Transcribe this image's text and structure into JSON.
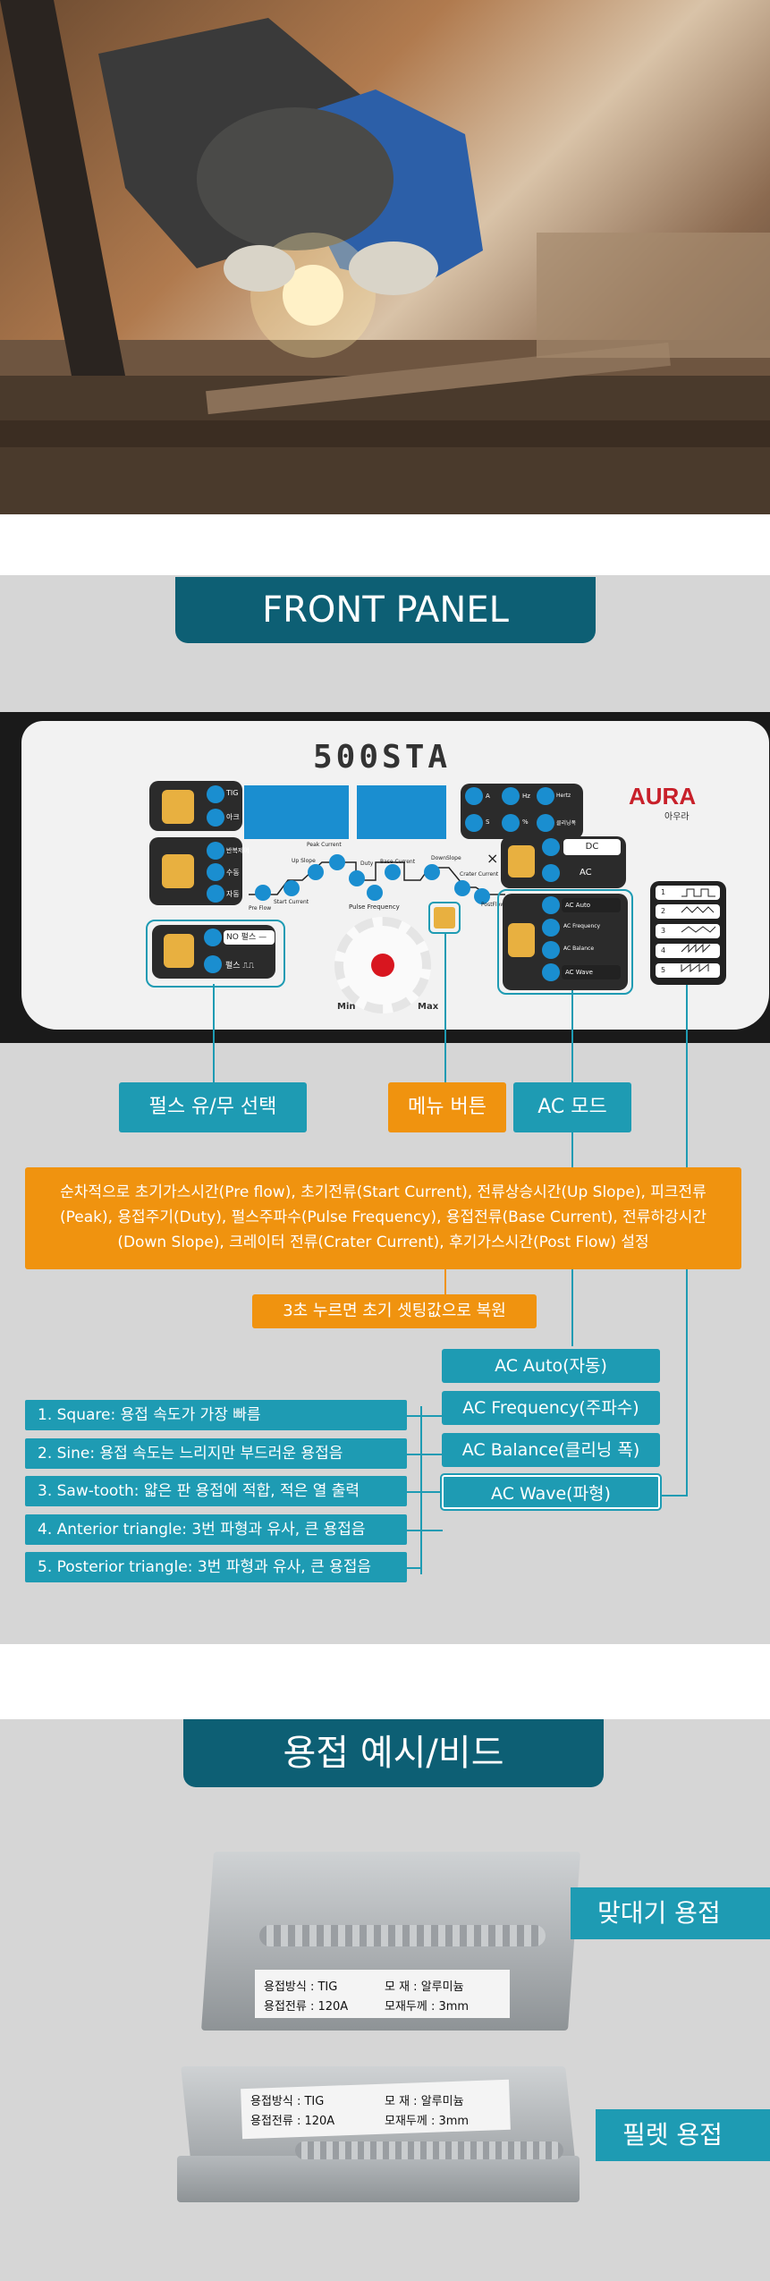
{
  "hero": {
    "alt_icon": "welder-photo"
  },
  "front_panel": {
    "title": "FRONT PANEL",
    "brand_model": "500STA",
    "brand_logo": "AURA",
    "brand_logo_sub": "아우라",
    "mode_labels": [
      "TIG",
      "아크"
    ],
    "seq_labels": [
      "반복제어",
      "수동",
      "자동"
    ],
    "pulse_panel": {
      "no_pulse": "NO 펄스 —",
      "pulse": "펄스 ⎍⎍"
    },
    "display_labels": [
      "A",
      "Hz",
      "Hertz",
      "S",
      "%",
      "클리닝폭"
    ],
    "timeline_labels": [
      "Pre Flow",
      "Start Current",
      "Up Slope",
      "Peak Current",
      "Duty",
      "Base Current",
      "Pulse Frequency",
      "DownSlope",
      "Crater Current",
      "PostFlow"
    ],
    "knob_min": "Min",
    "knob_max": "Max",
    "dc_ac": {
      "dc": "DC",
      "ac": "AC"
    },
    "ac_buttons": [
      "AC Auto",
      "AC Frequency",
      "AC Balance",
      "AC Wave"
    ],
    "wave_numbers": [
      "1",
      "2",
      "3",
      "4",
      "5"
    ],
    "callouts": {
      "pulse_select": "펄스 유/무 선택",
      "menu_button": "메뉴 버튼",
      "ac_mode": "AC 모드",
      "menu_desc": "순차적으로 초기가스시간(Pre flow), 초기전류(Start Current), 전류상승시간(Up Slope), 피크전류(Peak), 용접주기(Duty), 펄스주파수(Pulse Frequency), 용접전류(Base Current), 전류하강시간(Down Slope), 크레이터 전류(Crater Current), 후기가스시간(Post Flow) 설정",
      "reset_desc": "3초 누르면 초기 셋팅값으로 복원"
    },
    "ac_list": [
      "AC Auto(자동)",
      "AC Frequency(주파수)",
      "AC Balance(클리닝 폭)",
      "AC Wave(파형)"
    ],
    "wave_list": [
      "1. Square: 용접 속도가 가장 빠름",
      "2. Sine: 용접 속도는 느리지만 부드러운 용접음",
      "3. Saw-tooth: 얇은 판 용접에 적합, 적은 열 출력",
      "4. Anterior triangle: 3번 파형과 유사, 큰 용접음",
      "5. Posterior triangle: 3번 파형과 유사, 큰 용접음"
    ]
  },
  "examples": {
    "title": "용접 예시/비드",
    "butt_label": "맞대기 용접",
    "fillet_label": "필렛 용접",
    "card1": {
      "method": "용접방식 : TIG",
      "material": "모    재 : 알루미늄",
      "current": "용접전류 : 120A",
      "thickness": "모재두께 : 3mm"
    },
    "card2": {
      "method": "용접방식 : TIG",
      "material": "모    재 : 알루미늄",
      "current": "용접전류 : 120A",
      "thickness": "모재두께 : 3mm"
    }
  },
  "colors": {
    "teal": "#1e9bb3",
    "dark_teal": "#0d5f74",
    "orange": "#f0930f",
    "gray": "#d6d6d6"
  }
}
